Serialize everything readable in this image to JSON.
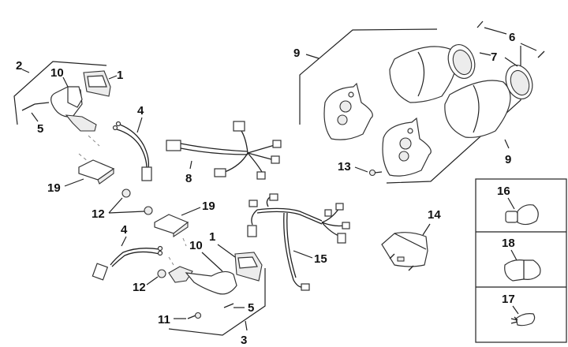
{
  "diagram": {
    "type": "exploded-parts-diagram",
    "subject": "turn signal and tail light assembly",
    "labels": {
      "front_left_indicator_group": "2",
      "front_left_lens": "1",
      "front_left_body": "10",
      "front_left_screw": "5",
      "front_left_wiring": "4",
      "front_left_pad": "19",
      "nut_pair": "12",
      "harness_8": "8",
      "rear_light_group_top": "9",
      "screw_6": "6",
      "lens_7": "7",
      "rear_light_group_bottom": "9",
      "screw_13": "13",
      "bulb_16": "16",
      "bulb_18": "18",
      "bulb_17": "17",
      "plate_light": "14",
      "harness_15": "15",
      "pad_lower": "19",
      "wiring_lower": "4",
      "lens_lower": "1",
      "body_lower": "10",
      "nut_lower": "12",
      "screw_lower": "5",
      "bolt_11": "11",
      "indicator_group_lower": "3"
    }
  }
}
